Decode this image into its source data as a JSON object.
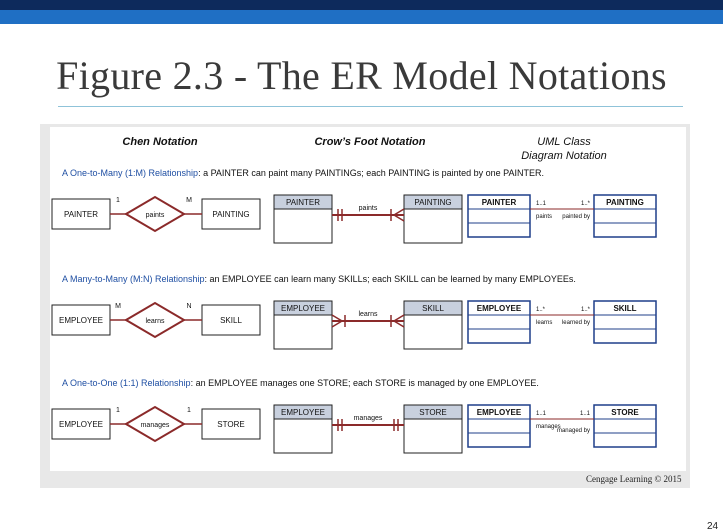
{
  "slide": {
    "title": "Figure 2.3 - The ER Model Notations",
    "credit": "Cengage Learning © 2015",
    "page_number": "24"
  },
  "headers": {
    "chen": "Chen Notation",
    "crows": "Crow’s Foot Notation",
    "uml_line1": "UML Class",
    "uml_line2": "Diagram Notation"
  },
  "rows": [
    {
      "desc_blue": "A One-to-Many (1:M) Relationship",
      "desc_rest": ": a PAINTER can paint many PAINTINGs; each PAINTING is painted by one PAINTER.",
      "chen": {
        "left": "PAINTER",
        "rel": "paints",
        "right": "PAINTING",
        "card_left": "1",
        "card_right": "M"
      },
      "crows": {
        "left": "PAINTER",
        "rel": "paints",
        "right": "PAINTING"
      },
      "uml": {
        "left": "PAINTER",
        "right": "PAINTING",
        "mult_left": "1..1",
        "mult_right": "1..*",
        "role_left": "paints",
        "role_right": "painted by"
      }
    },
    {
      "desc_blue": "A Many-to-Many (M:N) Relationship",
      "desc_rest": ": an EMPLOYEE can learn many SKILLs; each SKILL can be learned by many EMPLOYEEs.",
      "chen": {
        "left": "EMPLOYEE",
        "rel": "learns",
        "right": "SKILL",
        "card_left": "M",
        "card_right": "N"
      },
      "crows": {
        "left": "EMPLOYEE",
        "rel": "learns",
        "right": "SKILL"
      },
      "uml": {
        "left": "EMPLOYEE",
        "right": "SKILL",
        "mult_left": "1..*",
        "mult_right": "1..*",
        "role_left": "learns",
        "role_right": "learned by"
      }
    },
    {
      "desc_blue": "A One-to-One (1:1) Relationship",
      "desc_rest": ": an EMPLOYEE manages one STORE; each STORE is managed by one EMPLOYEE.",
      "chen": {
        "left": "EMPLOYEE",
        "rel": "manages",
        "right": "STORE",
        "card_left": "1",
        "card_right": "1"
      },
      "crows": {
        "left": "EMPLOYEE",
        "rel": "manages",
        "right": "STORE"
      },
      "uml": {
        "left": "EMPLOYEE",
        "right": "STORE",
        "mult_left": "1..1",
        "mult_right": "1..1",
        "role_left": "manages",
        "role_right": "managed by"
      }
    }
  ],
  "colors": {
    "top_bar_dark": "#0d2a5c",
    "top_bar_blue": "#1f6fc4",
    "heading_blue": "#1f4fa3",
    "relationship_red": "#8b2a2a",
    "uml_border": "#1f3f8a"
  }
}
